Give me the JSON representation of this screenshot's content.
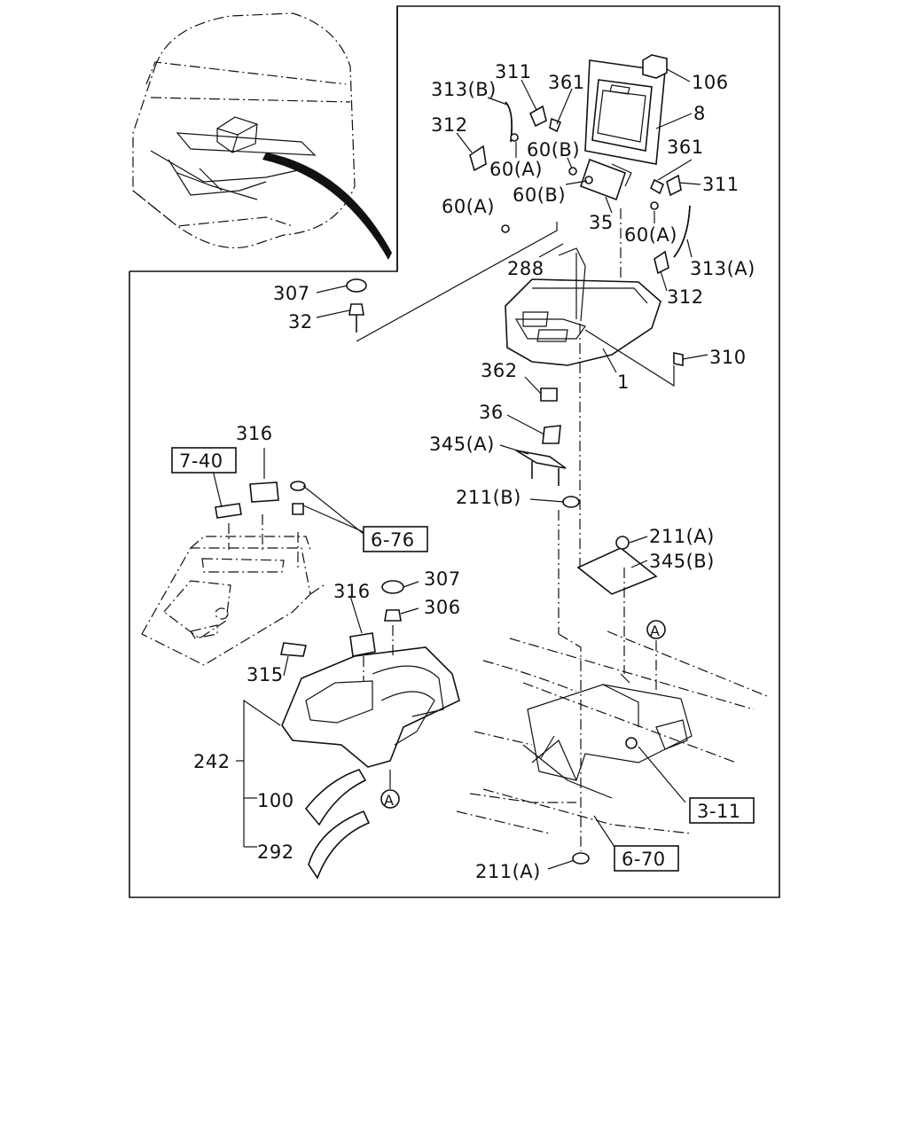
{
  "inset": {
    "name": "cab-inset-view"
  },
  "labels": {
    "p106": "106",
    "p8": "8",
    "p361a": "361",
    "p311a": "311",
    "p313b": "313(B)",
    "p312a": "312",
    "p60a_1": "60(A)",
    "p60b_1": "60(B)",
    "p60b_2": "60(B)",
    "p361b": "361",
    "p311b": "311",
    "p35": "35",
    "p60a_2": "60(A)",
    "p60a_3": "60(A)",
    "p313a": "313(A)",
    "p312b": "312",
    "p288": "288",
    "p307a": "307",
    "p32": "32",
    "p310": "310",
    "p1": "1",
    "p362": "362",
    "p36": "36",
    "p345a": "345(A)",
    "p211b": "211(B)",
    "p211a_1": "211(A)",
    "p345b": "345(B)",
    "p316a": "316",
    "p316b": "316",
    "p307b": "307",
    "p306": "306",
    "p315": "315",
    "p242": "242",
    "p100": "100",
    "p292": "292",
    "p211a_2": "211(A)",
    "circleA_1": "A",
    "circleA_2": "A"
  },
  "refs": {
    "r740": "7-40",
    "r676": "6-76",
    "r311": "3-11",
    "r670": "6-70"
  }
}
